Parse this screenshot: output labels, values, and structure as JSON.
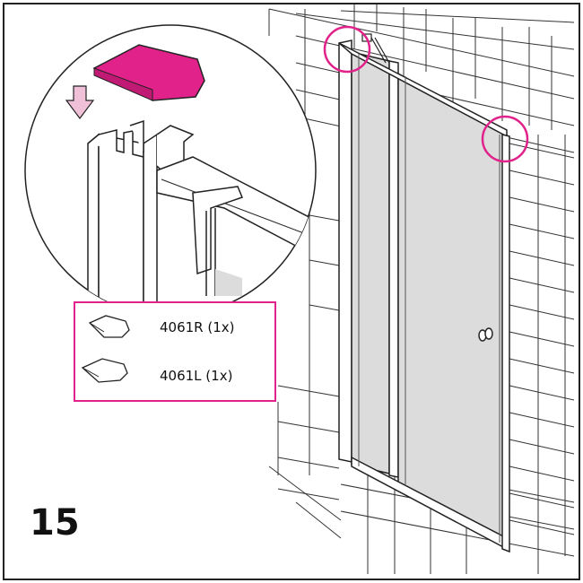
{
  "step": {
    "number": "15"
  },
  "parts": [
    {
      "code": "4061R (1x)",
      "icon": "end-cap-right-icon"
    },
    {
      "code": "4061L (1x)",
      "icon": "end-cap-left-icon"
    }
  ],
  "colors": {
    "accent": "#e0228a",
    "glass": "#dcdcdc",
    "line": "#222222"
  }
}
